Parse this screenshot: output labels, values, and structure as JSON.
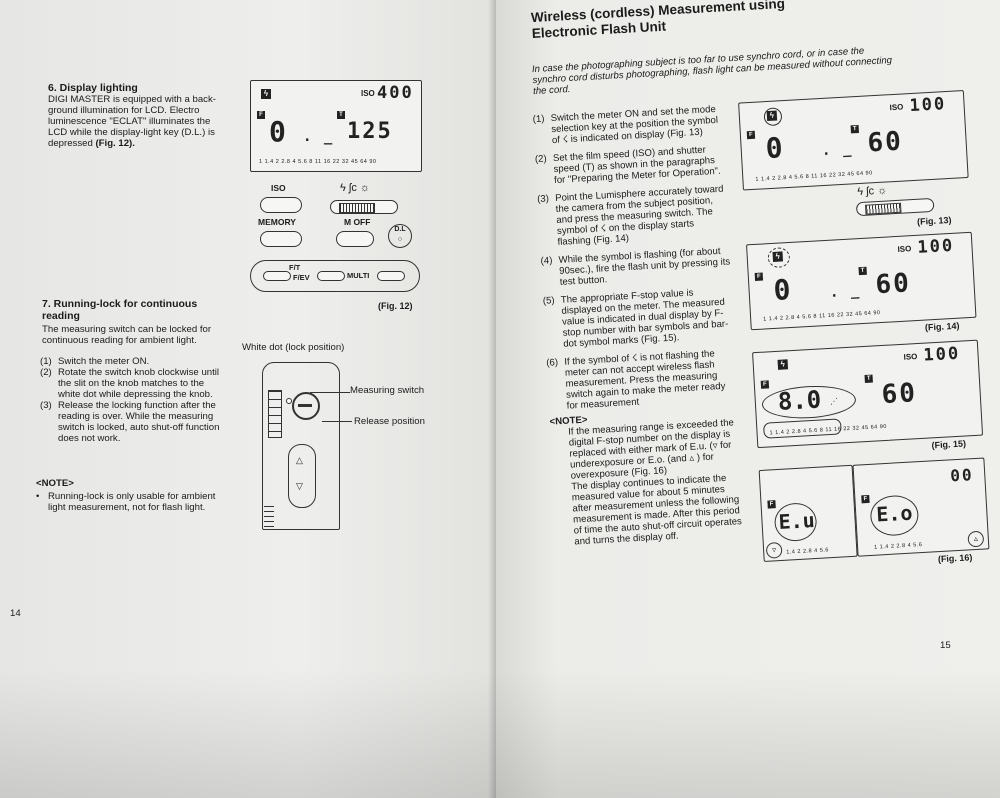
{
  "left": {
    "page_number": "14",
    "s6": {
      "title": "6. Display lighting",
      "text": "DIGI MASTER is equipped with a back-ground illumination for LCD. Electro luminescence \"ECLAT\" illuminates the LCD while the display-light key (D.L.) is depressed ",
      "fig_ref": "(Fig. 12)."
    },
    "s7": {
      "title": "7. Running-lock for continuous reading",
      "intro": "The measuring switch can be locked for continuous reading for ambient light.",
      "steps": [
        {
          "n": "(1)",
          "text": "Switch the meter ON."
        },
        {
          "n": "(2)",
          "text": "Rotate the switch knob clockwise until the slit on the knob matches to the white dot while depressing the knob."
        },
        {
          "n": "(3)",
          "text": "Release the locking function after the reading is over. While the measuring switch is locked, auto shut-off function does not work."
        }
      ],
      "note_title": "<NOTE>",
      "note": "Running-lock is only usable for ambient light measurement, not for flash light."
    },
    "fig12": {
      "iso_label": "ISO",
      "iso_value": "400",
      "f_value": "0",
      "t_value": "125",
      "scale": "1 1.4 2 2.8 4 5.6 8 11 16 22 32 45 64 90",
      "btn_iso": "ISO",
      "btn_memory": "MEMORY",
      "switch_label": "M OFF",
      "btn_dl": "D.L",
      "btn_ft": "F/T",
      "btn_fev": "F/EV",
      "btn_multi": "MULTI",
      "caption": "(Fig. 12)"
    },
    "lock_figure": {
      "white_dot": "White dot (lock position)",
      "measuring_switch": "Measuring switch",
      "release": "Release position"
    }
  },
  "right": {
    "page_number": "15",
    "title_line1": "Wireless (cordless) Measurement using",
    "title_line2": "Electronic Flash Unit",
    "intro": "In case the photographing subject is too far to use synchro cord, or in case the synchro cord disturbs photographing, flash light can be measured without connecting the cord.",
    "steps": [
      {
        "n": "(1)",
        "text": "Switch the meter ON and set the mode selection key at the position the symbol of ☇ is indicated on display (Fig. 13)"
      },
      {
        "n": "(2)",
        "text": "Set the film speed (ISO) and shutter speed (T) as shown in the paragraphs for \"Preparing the Meter for Operation\"."
      },
      {
        "n": "(3)",
        "text": "Point the Lumisphere accurately toward the camera from the subject position, and press the measuring switch. The symbol of ☇ on the display starts flashing (Fig. 14)"
      },
      {
        "n": "(4)",
        "text": "While the symbol is flashing (for about 90sec.), fire the flash unit by pressing its test button."
      },
      {
        "n": "(5)",
        "text": "The appropriate F-stop value is displayed on the meter. The measured value is indicated in dual display by F-stop number with bar symbols and bar-dot symbol marks (Fig. 15)."
      },
      {
        "n": "(6)",
        "text": "If the symbol of ☇ is not flashing the meter can not accept wireless flash measurement. Press the measuring switch again to make the meter ready for measurement"
      }
    ],
    "note_title": "<NOTE>",
    "note1": "If the measuring range is exceeded the digital F-stop number on the display is replaced with either mark of E.u. (▿ for underexposure or E.o. (and ▵ ) for overexposure (Fig. 16)",
    "note2": "The display continues to indicate the measured value for about 5 minutes after measurement unless the following measurement is made. After this period of time the auto shut-off circuit operates and turns the display off.",
    "fig13": {
      "iso_label": "ISO",
      "iso_value": "100",
      "f_value": "0",
      "t_value": "60",
      "scale": "1 1.4 2 2.8 4 5.6 8 11 16 22 32 45 64 90",
      "caption": "(Fig. 13)"
    },
    "fig14": {
      "iso_label": "ISO",
      "iso_value": "100",
      "f_value": "0",
      "t_value": "60",
      "scale": "1 1.4 2 2.8 4 5.6 8 11 16 22 32 45 64 90",
      "caption": "(Fig. 14)"
    },
    "fig15": {
      "iso_label": "ISO",
      "iso_value": "100",
      "f_value": "8.0",
      "t_value": "60",
      "scale": "1 1.4 2 2.8 4 5.6 8 11 16 22 32 45 64 90",
      "caption": "(Fig. 15)"
    },
    "fig16": {
      "left_value": "E.u",
      "right_value": "E.o",
      "top_value": "00",
      "scale_left": "1.4 2 2.8 4 5.6",
      "scale_right": "1 1.4 2 2.8 4 5.6",
      "caption": "(Fig. 16)"
    }
  },
  "colors": {
    "paper": "#ebebe9",
    "ink": "#1b1b1b",
    "lcd_border": "#333333",
    "background": "#3a3a3c"
  }
}
